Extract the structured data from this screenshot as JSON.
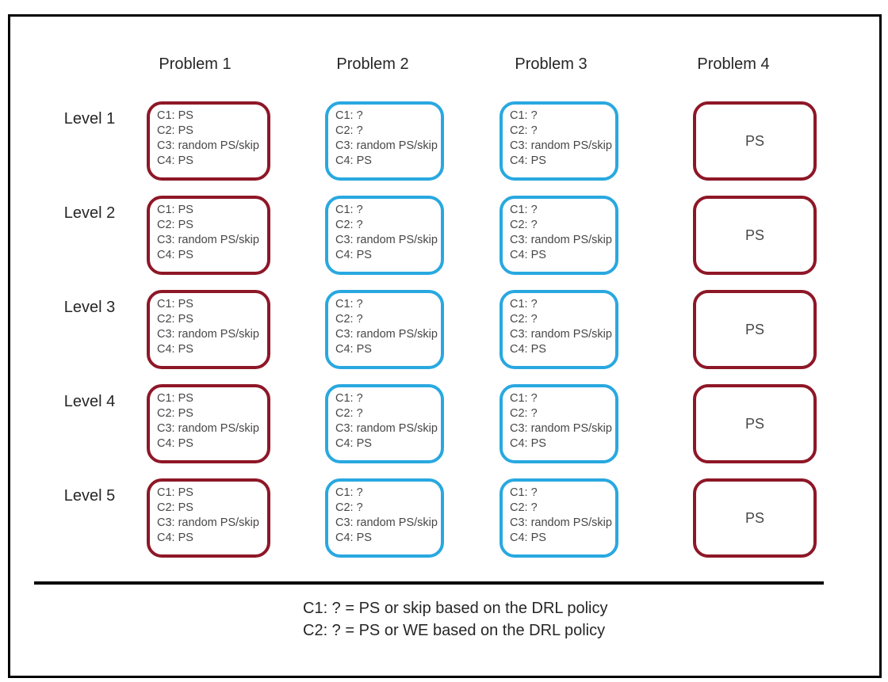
{
  "figure": {
    "row_labels": [
      "Level 1",
      "Level 2",
      "Level 3",
      "Level 4",
      "Level 5"
    ],
    "columns": [
      {
        "header": "Problem 1",
        "style": "dark-red",
        "centered": false,
        "cell_lines": [
          "C1: PS",
          "C2: PS",
          "C3: random PS/skip",
          "C4: PS"
        ]
      },
      {
        "header": "Problem 2",
        "style": "blue",
        "centered": false,
        "cell_lines": [
          "C1: ?",
          "C2: ?",
          "C3: random PS/skip",
          "C4: PS"
        ]
      },
      {
        "header": "Problem 3",
        "style": "blue",
        "centered": false,
        "cell_lines": [
          "C1: ?",
          "C2: ?",
          "C3: random PS/skip",
          "C4: PS"
        ]
      },
      {
        "header": "Problem 4",
        "style": "dark-red",
        "centered": true,
        "cell_lines": [
          "PS"
        ]
      }
    ],
    "legend": {
      "line1": "C1: ? = PS or skip based on the DRL policy",
      "line2": "C2: ? = PS or WE based on the DRL policy"
    },
    "colors": {
      "dark_red": "#8E1727",
      "blue": "#29A8E0",
      "frame": "#000000",
      "cell_text": "#474747"
    }
  }
}
